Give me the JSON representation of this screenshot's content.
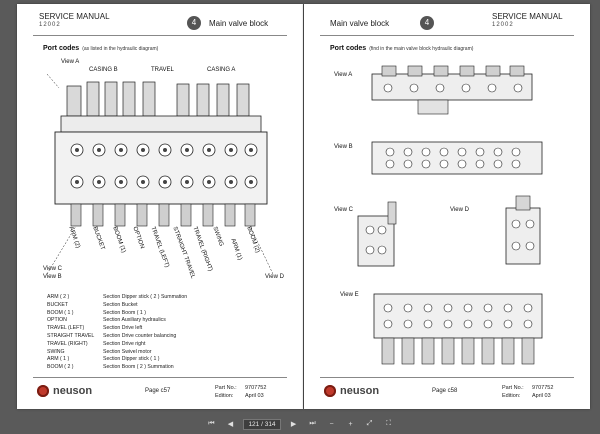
{
  "left_page": {
    "header": {
      "title": "SERVICE MANUAL",
      "code": "12002",
      "badge": "4",
      "section": "Main valve block"
    },
    "port_codes": {
      "title": "Port codes",
      "note": "(as listed in the hydraulic diagram)"
    },
    "diagram": {
      "view_a": "View A",
      "casing_b": "CASING B",
      "travel": "TRAVEL",
      "casing_a": "CASING A",
      "view_c": "View C",
      "view_b": "View B",
      "view_d": "View D",
      "sections": [
        "ARM (2)",
        "BUCKET",
        "BOOM (1)",
        "OPTION",
        "TRAVEL (LEFT)",
        "STRAIGHT TRAVEL",
        "TRAVEL (RIGHT)",
        "SWING",
        "ARM (1)",
        "BOOM (2)"
      ]
    },
    "legend": [
      {
        "key": "ARM ( 2 )",
        "value": "Section Dipper stick ( 2 ) Summation"
      },
      {
        "key": "BUCKET",
        "value": "Section Bucket"
      },
      {
        "key": "BOOM ( 1 )",
        "value": "Section Boom ( 1 )"
      },
      {
        "key": "OPTION",
        "value": "Section Auxiliary hydraulics"
      },
      {
        "key": "TRAVEL (LEFT)",
        "value": "Section Drive left"
      },
      {
        "key": "STRAIGHT TRAVEL",
        "value": "Section Drive counter balancing"
      },
      {
        "key": "TRAVEL (RIGHT)",
        "value": "Section Drive right"
      },
      {
        "key": "SWING",
        "value": "Section Swivel motor"
      },
      {
        "key": "ARM ( 1 )",
        "value": "Section Dipper stick ( 1 )"
      },
      {
        "key": "BOOM ( 2 )",
        "value": "Section Boom ( 2 ) Summation"
      }
    ],
    "footer": {
      "logo": "neuson",
      "page": "Page c57",
      "part_label": "Part No.:",
      "part_no": "9707752",
      "edition_label": "Edition:",
      "edition": "April 03"
    }
  },
  "right_page": {
    "header": {
      "title": "SERVICE MANUAL",
      "code": "12002",
      "badge": "4",
      "section": "Main valve block"
    },
    "port_codes": {
      "title": "Port codes",
      "note": "(find in the main valve block hydraulic diagram)"
    },
    "diagram": {
      "view_a": "View A",
      "view_b": "View B",
      "view_c": "View C",
      "view_d": "View D",
      "view_e": "View E"
    },
    "footer": {
      "logo": "neuson",
      "page": "Page c58",
      "part_label": "Part No.:",
      "part_no": "9707752",
      "edition_label": "Edition:",
      "edition": "April 03"
    }
  },
  "toolbar": {
    "first": "⏮",
    "prev": "◀",
    "current_page": "121 / 314",
    "next": "▶",
    "last": "⏭",
    "zoom_out": "−",
    "zoom_in": "+",
    "fit": "⤢",
    "fullscreen": "⛶"
  }
}
